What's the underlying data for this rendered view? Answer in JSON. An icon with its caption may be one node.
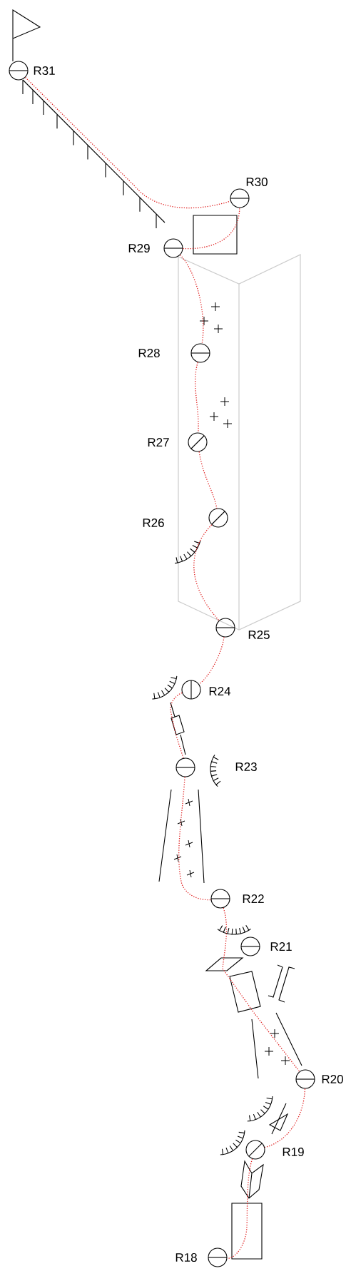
{
  "diagram": {
    "nodes": [
      {
        "text": [],
        "shape": "circle",
        "beside": [
          "R31"
        ]
      },
      {
        "text": [],
        "shape": "circle",
        "beside": [
          "R30"
        ]
      },
      {
        "text": [],
        "shape": "circle",
        "beside": [
          "R29"
        ]
      },
      {
        "text": [],
        "shape": "circle",
        "beside": [
          "R28"
        ]
      },
      {
        "text": [],
        "shape": "circle",
        "beside": [
          "R27"
        ]
      },
      {
        "text": [],
        "shape": "circle",
        "beside": [
          "R26"
        ]
      },
      {
        "text": [],
        "shape": "circle",
        "beside": [
          "R25"
        ]
      },
      {
        "text": [],
        "shape": "circle",
        "beside": [
          "R24"
        ]
      },
      {
        "text": [],
        "shape": "circle",
        "beside": [
          "R23"
        ]
      },
      {
        "text": [],
        "shape": "circle",
        "beside": [
          "R22"
        ]
      },
      {
        "text": [],
        "shape": "circle",
        "beside": [
          "R21"
        ]
      },
      {
        "text": [],
        "shape": "circle",
        "beside": [
          "R20"
        ]
      },
      {
        "text": [],
        "shape": "circle",
        "beside": [
          "R19"
        ]
      },
      {
        "text": [],
        "shape": "circle",
        "beside": [
          "R18"
        ]
      }
    ],
    "edges": [
      {
        "from": 0,
        "to": 1,
        "arrow": "none"
      },
      {
        "from": 1,
        "to": 2,
        "arrow": "none"
      },
      {
        "from": 2,
        "to": 3,
        "arrow": "none"
      },
      {
        "from": 3,
        "to": 4,
        "arrow": "none"
      },
      {
        "from": 4,
        "to": 5,
        "arrow": "none"
      },
      {
        "from": 5,
        "to": 6,
        "arrow": "none"
      },
      {
        "from": 6,
        "to": 7,
        "arrow": "none"
      },
      {
        "from": 7,
        "to": 8,
        "arrow": "none"
      },
      {
        "from": 8,
        "to": 9,
        "arrow": "none"
      },
      {
        "from": 9,
        "to": 11,
        "arrow": "none"
      },
      {
        "from": 11,
        "to": 12,
        "arrow": "none"
      },
      {
        "from": 12,
        "to": 13,
        "arrow": "none"
      }
    ]
  }
}
